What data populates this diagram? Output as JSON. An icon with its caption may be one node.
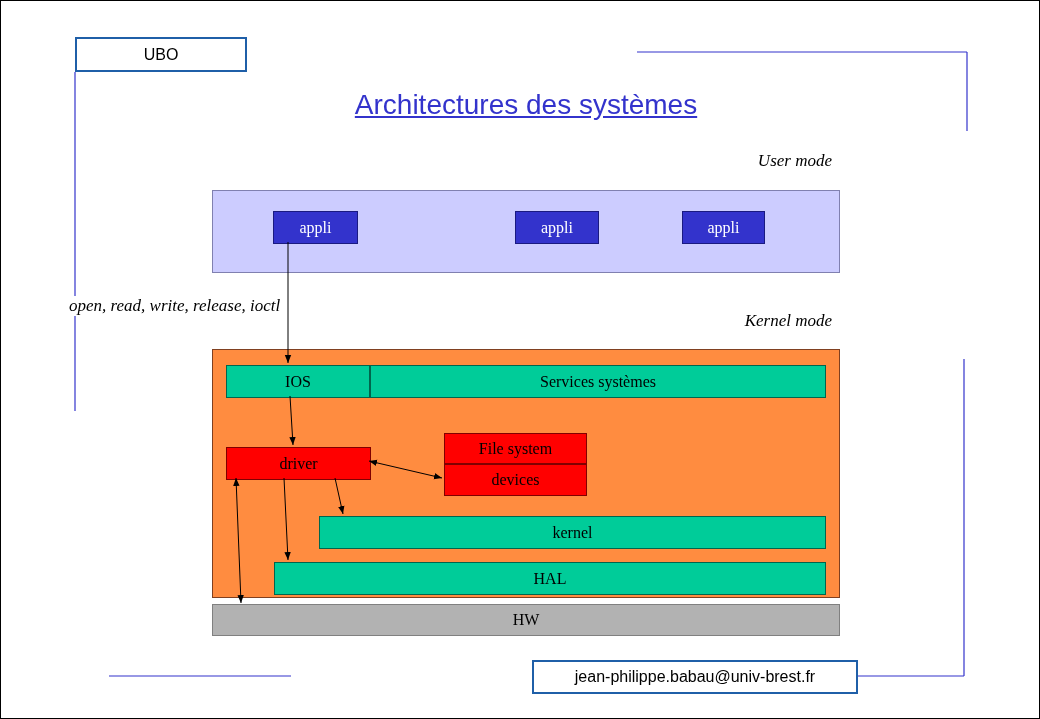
{
  "diagram": {
    "title": "Architectures des systèmes",
    "nodes": [
      {
        "text": [
          "User mode"
        ]
      },
      {
        "text": [
          "appli"
        ],
        "in": 0
      },
      {
        "text": [
          "appli"
        ],
        "in": 0
      },
      {
        "text": [
          "appli"
        ],
        "in": 0
      },
      {
        "text": [
          "Kernel mode"
        ]
      },
      {
        "text": [
          "IOS"
        ],
        "in": 4
      },
      {
        "text": [
          "Services systèmes"
        ],
        "in": 4
      },
      {
        "text": [
          "driver"
        ],
        "in": 4
      },
      {
        "text": [
          "File system"
        ],
        "in": 4
      },
      {
        "text": [
          "devices"
        ],
        "in": 4
      },
      {
        "text": [
          "kernel"
        ],
        "in": 4
      },
      {
        "text": [
          "HAL"
        ],
        "in": 4
      },
      {
        "text": [
          "HW"
        ]
      },
      {
        "text": [
          "UBO"
        ]
      },
      {
        "text": [
          "jean-philippe.babau@univ-brest.fr"
        ]
      }
    ],
    "edges": [
      {
        "from": 1,
        "to": 5,
        "arrow": "to",
        "label": "open, read, write, release, ioctl"
      },
      {
        "from": 5,
        "to": 7,
        "arrow": "to"
      },
      {
        "from": 7,
        "to": 9,
        "arrow": "both"
      },
      {
        "from": 7,
        "to": 10,
        "arrow": "to"
      },
      {
        "from": 7,
        "to": 11,
        "arrow": "to"
      },
      {
        "from": 7,
        "to": 12,
        "arrow": "both"
      }
    ]
  }
}
